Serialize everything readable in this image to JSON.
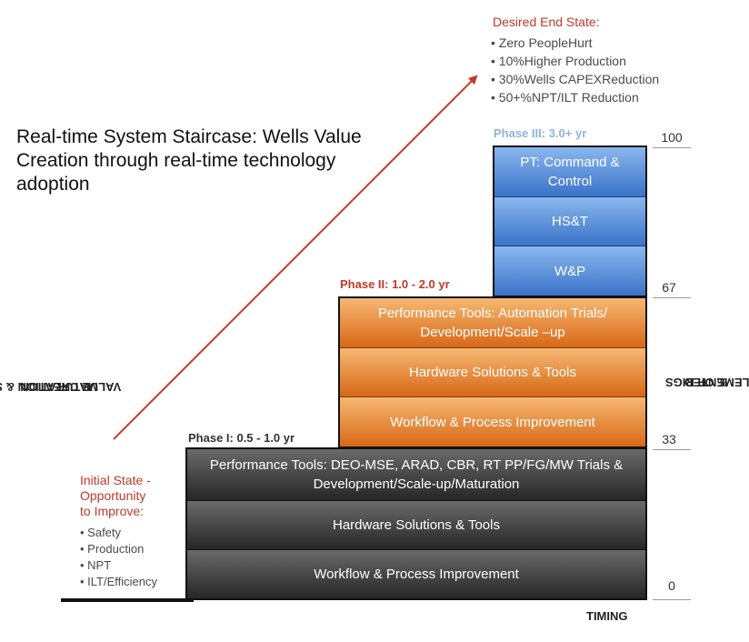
{
  "title": "Real-time System Staircase: Wells Value Creation through real-time technology adoption",
  "desired_end_state": {
    "heading": "Desired End State:",
    "items": [
      "• Zero PeopleHurt",
      "• 10%Higher Production",
      "• 30%Wells CAPEXReduction",
      "• 50+%NPT/ILT Reduction"
    ]
  },
  "initial_state": {
    "heading_line1": "Initial State -",
    "heading_line2": "Opportunity",
    "heading_line3": "to Improve:",
    "items": [
      "• Safety",
      "• Production",
      "• NPT",
      "• ILT/Efficiency"
    ]
  },
  "y_axis": {
    "line1": "VALUE CREATION  & STAIRCASE",
    "line2": "MATURATION"
  },
  "right_axis": {
    "line1": "% OF RIGS",
    "line2": "IMPLEMENTED"
  },
  "x_axis": {
    "label": "TIMING"
  },
  "scale": [
    "100",
    "67",
    "33",
    "0"
  ],
  "colors": {
    "accent_red": "#c0392b",
    "phase3_blue": "#8fb3de",
    "dark": "#3a3a3a",
    "orange": "#e8893a",
    "blue": "#4f86d6"
  },
  "phases": [
    {
      "label": "Phase I:  0.5 - 1.0 yr",
      "label_color": "#333333",
      "blocks": [
        "Performance Tools: DEO-MSE, ARAD, CBR, RT PP/FG/MW Trials & Development/Scale-up/Maturation",
        "Hardware Solutions & Tools",
        "Workflow & Process Improvement"
      ]
    },
    {
      "label": "Phase II:  1.0 - 2.0 yr",
      "label_color": "#c0392b",
      "blocks": [
        "Performance Tools: Automation Trials/ Development/Scale –up",
        "Hardware Solutions & Tools",
        "Workflow & Process Improvement"
      ]
    },
    {
      "label": "Phase III:  3.0+ yr",
      "label_color": "#8fb3de",
      "blocks": [
        "PT: Command & Control",
        "HS&T",
        "W&P"
      ]
    }
  ]
}
